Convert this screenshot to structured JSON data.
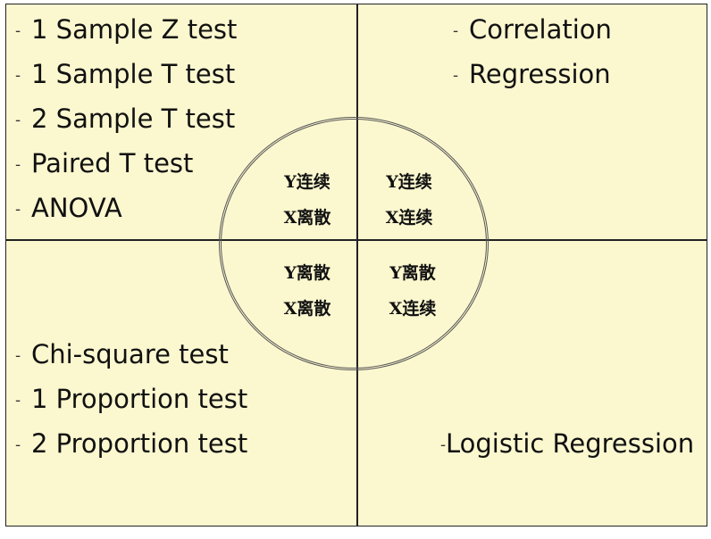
{
  "quadrants": {
    "top_left": {
      "items": [
        "1 Sample Z test",
        "1 Sample T test",
        "2 Sample T test",
        "Paired T test",
        "ANOVA"
      ]
    },
    "top_right": {
      "items": [
        "Correlation",
        "Regression"
      ]
    },
    "bottom_left": {
      "items": [
        "Chi-square test",
        "1 Proportion test",
        "2 Proportion test"
      ]
    },
    "bottom_right": {
      "items": [
        "Logistic Regression"
      ]
    }
  },
  "circle_labels": {
    "top_left": [
      "Y连续",
      "X离散"
    ],
    "top_right": [
      "Y连续",
      "X连续"
    ],
    "bottom_left": [
      "Y离散",
      "X离散"
    ],
    "bottom_right": [
      "Y离散",
      "X连续"
    ]
  },
  "bullet": "-",
  "colors": {
    "background": "#fbf7cf",
    "lines": "#222222",
    "circle": "#555555",
    "text": "#111111"
  }
}
